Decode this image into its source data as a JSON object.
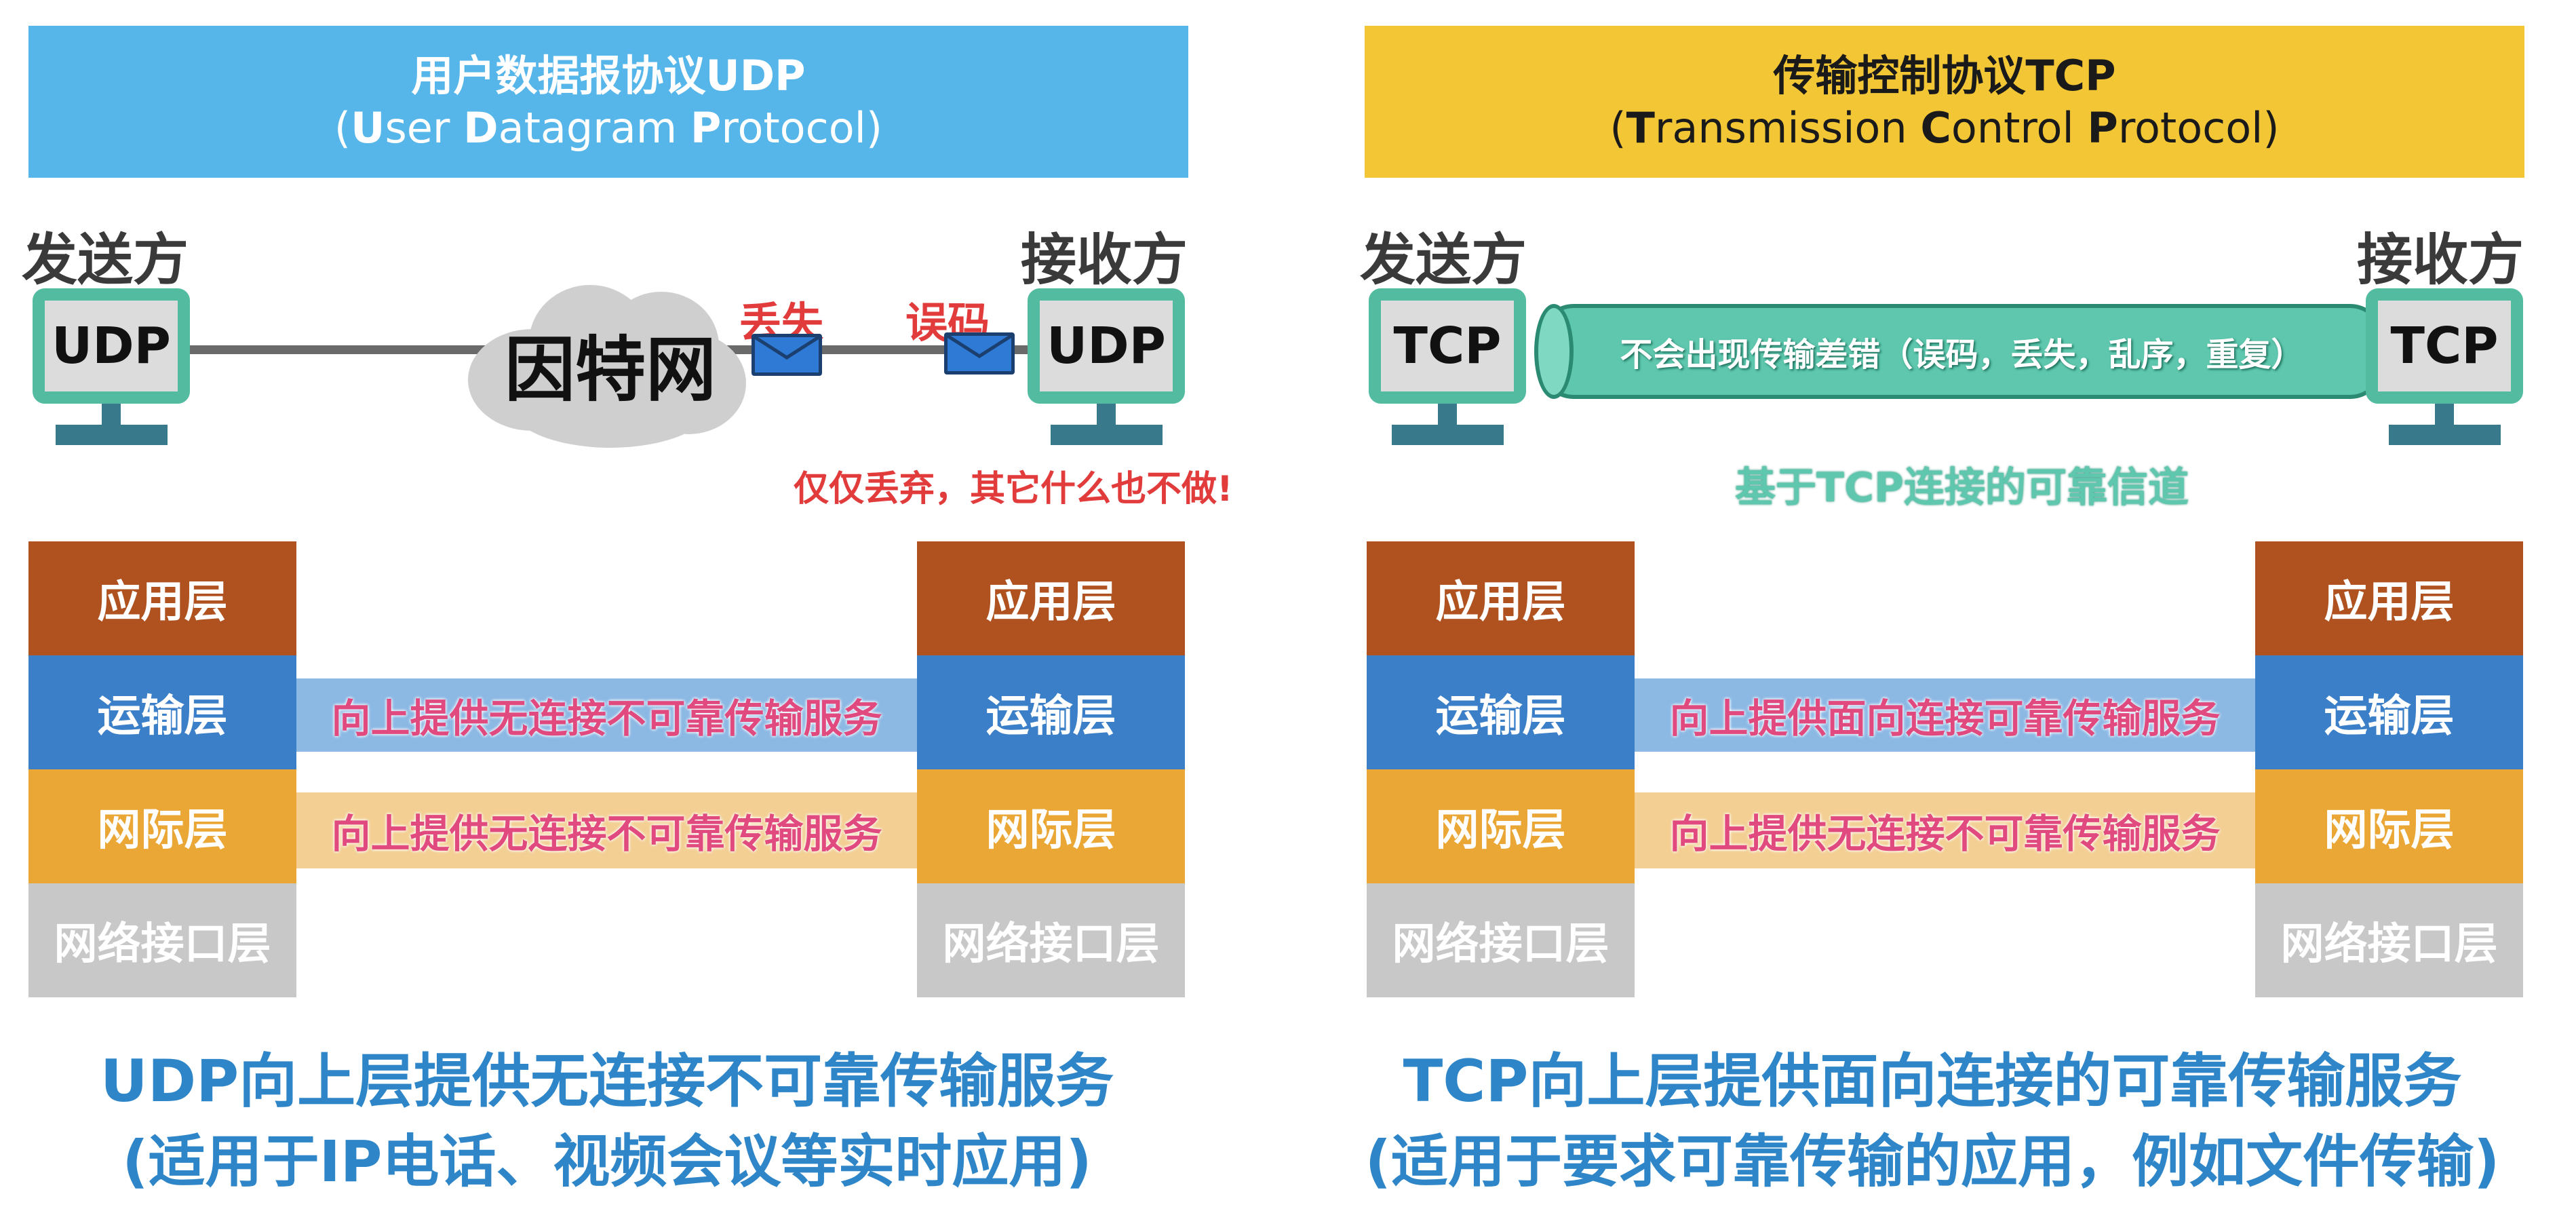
{
  "udp": {
    "title_cn": "用户数据报协议UDP",
    "title_en": {
      "p1": "(",
      "U": "U",
      "p2": "ser ",
      "D": "D",
      "p3": "atagram ",
      "P": "P",
      "p4": "rotocol)"
    },
    "sender": "发送方",
    "receiver": "接收方",
    "computer_label": "UDP",
    "cloud": "因特网",
    "lost_label": "丢失",
    "error_label": "误码",
    "drop_note": "仅仅丢弃，其它什么也不做!",
    "layers": [
      "应用层",
      "运输层",
      "网际层",
      "网络接口层"
    ],
    "transport_service": "向上提供无连接不可靠传输服务",
    "network_service": "向上提供无连接不可靠传输服务",
    "summary": "UDP向上层提供无连接不可靠传输服务",
    "summary_note": "(适用于IP电话、视频会议等实时应用)"
  },
  "tcp": {
    "title_cn": "传输控制协议TCP",
    "title_en": {
      "p1": "(",
      "T": "T",
      "p2": "ransmission ",
      "C": "C",
      "p3": "ontrol ",
      "P": "P",
      "p4": "rotocol)"
    },
    "sender": "发送方",
    "receiver": "接收方",
    "computer_label": "TCP",
    "pipe_text": "不会出现传输差错（误码，丢失，乱序，重复）",
    "channel_caption": "基于TCP连接的可靠信道",
    "layers": [
      "应用层",
      "运输层",
      "网际层",
      "网络接口层"
    ],
    "transport_service": "向上提供面向连接可靠传输服务",
    "network_service": "向上提供无连接不可靠传输服务",
    "summary": "TCP向上层提供面向连接的可靠传输服务",
    "summary_note": "(适用于要求可靠传输的应用，例如文件传输)"
  },
  "colors": {
    "udp_banner": "#56b6ea",
    "tcp_banner": "#f2c634",
    "application": "#b0521f",
    "transport": "#3a7fc7",
    "internet": "#eba736",
    "link": "#c8c8c8",
    "computer_frame": "#53bca0",
    "accent_text": "#2e86c8",
    "service_text": "#e04a7e",
    "note_red": "#e23b3b"
  }
}
